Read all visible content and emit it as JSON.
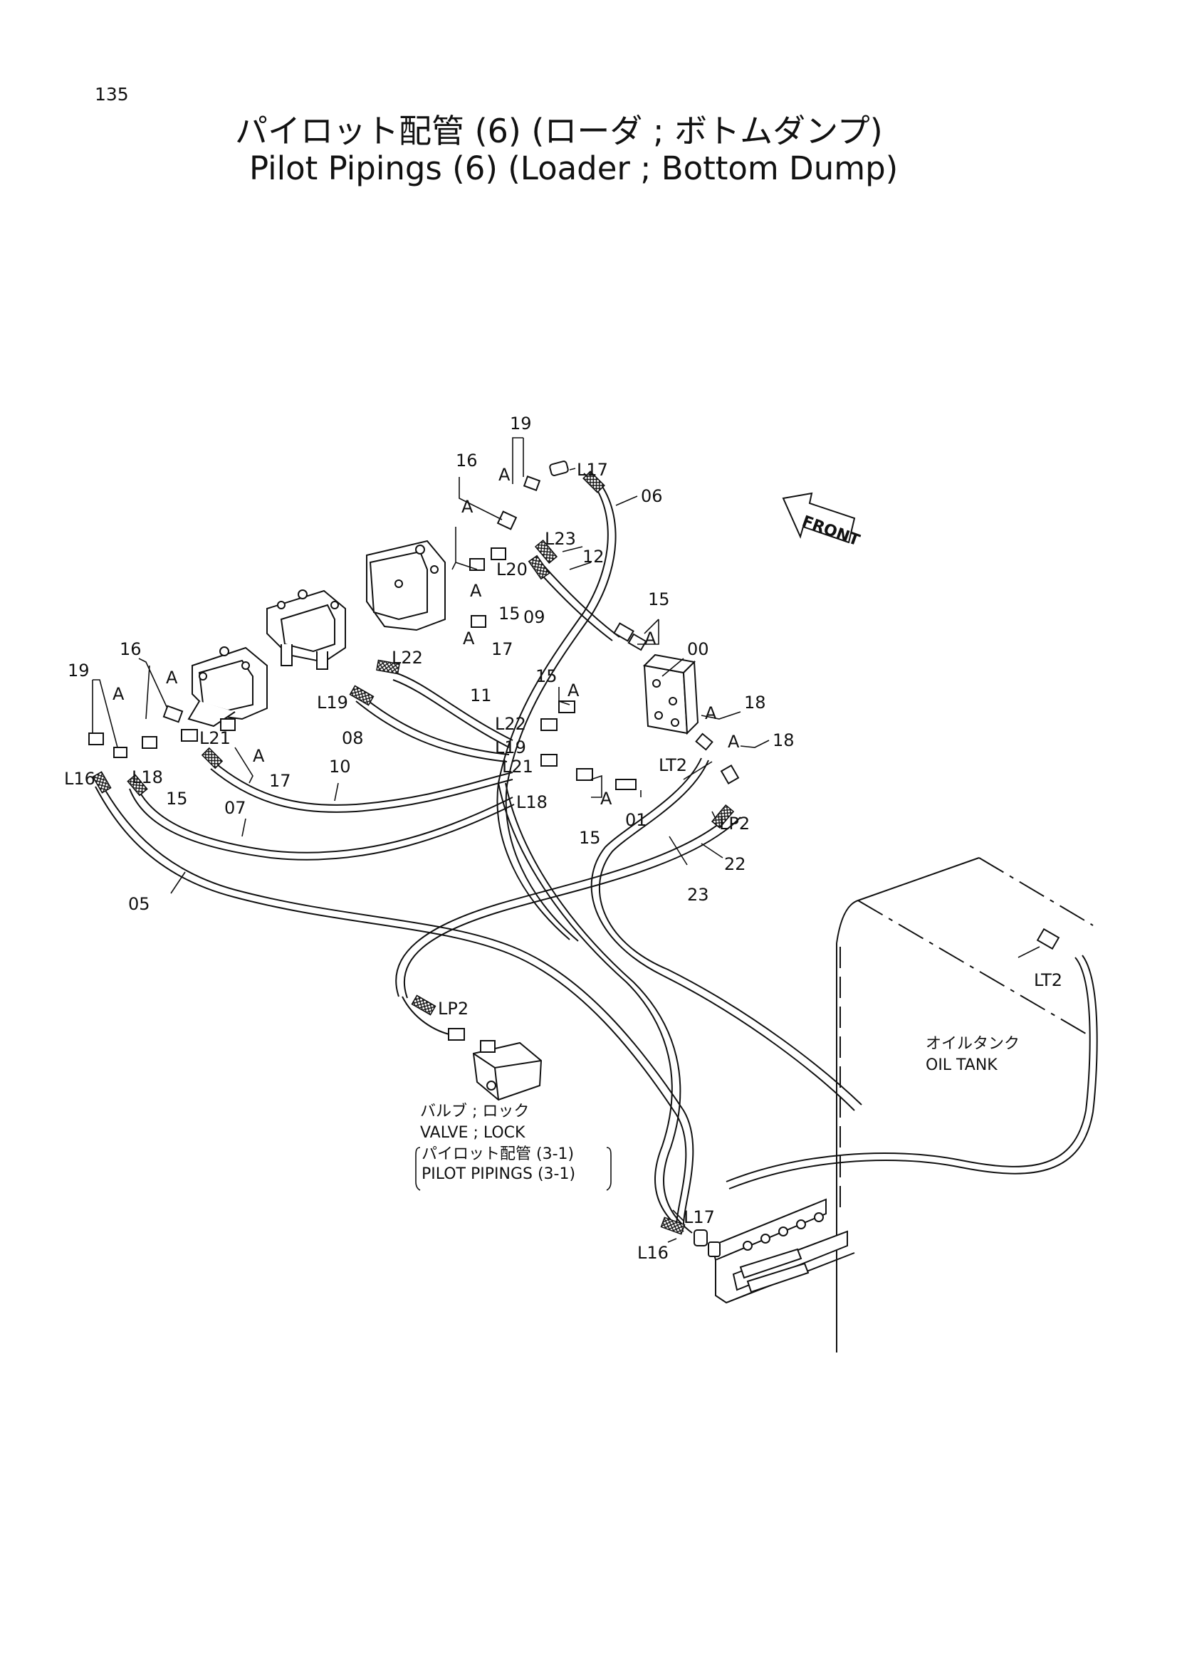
{
  "page_number": "135",
  "title_jp": "パイロット配管 (6) (ローダ ; ボトムダンプ)",
  "title_en": "Pilot Pipings (6) (Loader ; Bottom Dump)",
  "front_label": "FRONT",
  "oil_tank": {
    "jp": "オイルタンク",
    "en": "OIL TANK"
  },
  "valve_lock": {
    "jp": "バルブ ; ロック",
    "en": "VALVE ; LOCK",
    "ref_jp": "パイロット配管 (3-1)",
    "ref_en": "PILOT PIPINGS (3-1)"
  },
  "part_labels": {
    "p19_top": "19",
    "p16_top": "16",
    "a_top1": "A",
    "a_top2": "A",
    "l17_top": "L17",
    "p06": "06",
    "l23": "L23",
    "p12": "12",
    "l20": "L20",
    "a_mid1": "A",
    "p15_mid": "15",
    "p09": "09",
    "p17_mid": "17",
    "a_mid2": "A",
    "l22_mid": "L22",
    "p11": "11",
    "l19_mid": "L19",
    "p08": "08",
    "p15_r": "15",
    "a_r": "A",
    "p00": "00",
    "p15_c": "15",
    "a_c": "A",
    "l22_c": "L22",
    "l19_c": "L19",
    "l21_c": "L21",
    "l18_c": "L18",
    "lt2_c": "LT2",
    "a_18a": "A",
    "p18a": "18",
    "a_18b": "A",
    "p18b": "18",
    "lp2_r": "LP2",
    "p22": "22",
    "p23": "23",
    "a_bot": "A",
    "p01": "01",
    "p15_bot": "15",
    "p16_left": "16",
    "p19_left": "19",
    "a_l1": "A",
    "a_l2": "A",
    "l21_left": "L21",
    "a_l3": "A",
    "p17_left": "17",
    "l16_left": "L16",
    "l18_left": "L18",
    "p15_left": "15",
    "p10": "10",
    "p07": "07",
    "p05": "05",
    "lp2_b": "LP2",
    "l17_b": "L17",
    "l16_b": "L16",
    "lt2_tank": "LT2"
  }
}
